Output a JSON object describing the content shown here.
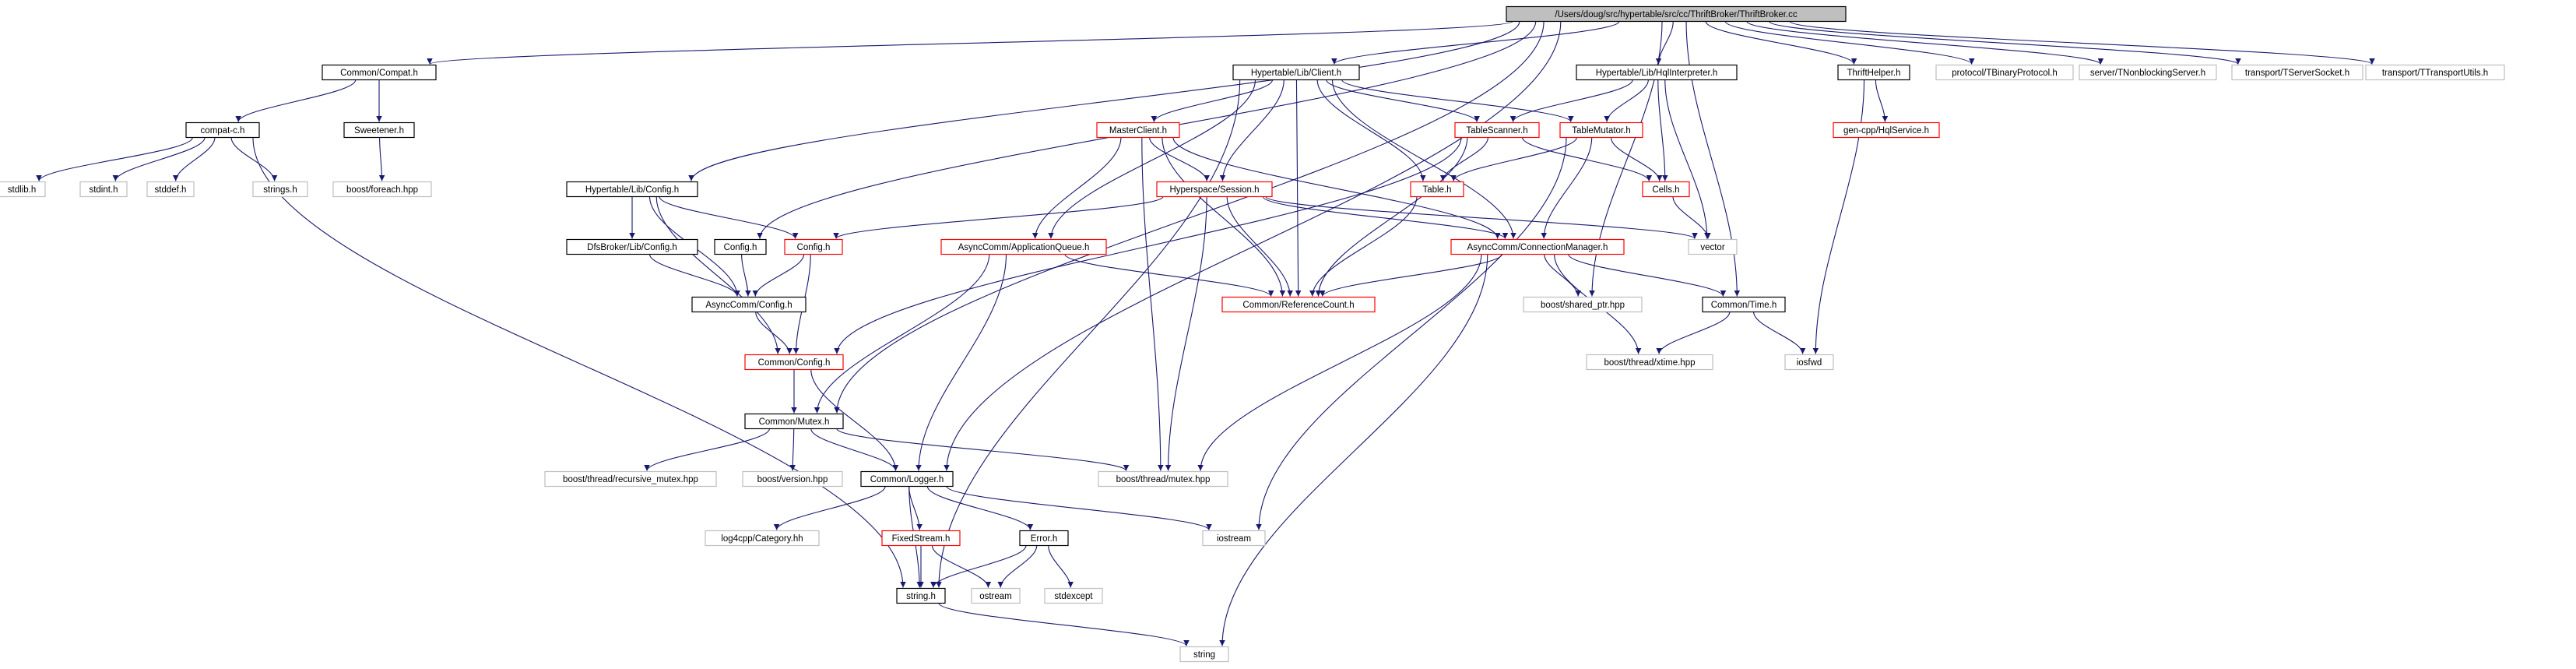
{
  "graph": {
    "style": {
      "edge_color": "#191970",
      "root_fill": "#bfbfbf",
      "border_documented": "#000000",
      "border_external": "#bfbfbf",
      "border_incomplete": "#ff0000"
    },
    "nodes": [
      {
        "id": "root",
        "label": "/Users/doug/src/hypertable/src/cc/ThriftBroker/ThriftBroker.cc",
        "kind": "root"
      },
      {
        "id": "compat",
        "label": "Common/Compat.h",
        "kind": "doc"
      },
      {
        "id": "compatc",
        "label": "compat-c.h",
        "kind": "doc"
      },
      {
        "id": "sweetener",
        "label": "Sweetener.h",
        "kind": "doc"
      },
      {
        "id": "stdlib",
        "label": "stdlib.h",
        "kind": "ext"
      },
      {
        "id": "stdint",
        "label": "stdint.h",
        "kind": "ext"
      },
      {
        "id": "stddef",
        "label": "stddef.h",
        "kind": "ext"
      },
      {
        "id": "strings",
        "label": "strings.h",
        "kind": "ext"
      },
      {
        "id": "foreach",
        "label": "boost/foreach.hpp",
        "kind": "ext"
      },
      {
        "id": "libconfig",
        "label": "Hypertable/Lib/Config.h",
        "kind": "doc"
      },
      {
        "id": "dfsconfig",
        "label": "DfsBroker/Lib/Config.h",
        "kind": "doc"
      },
      {
        "id": "config",
        "label": "Config.h",
        "kind": "doc"
      },
      {
        "id": "configred",
        "label": "Config.h",
        "kind": "red"
      },
      {
        "id": "acconfig",
        "label": "AsyncComm/Config.h",
        "kind": "doc"
      },
      {
        "id": "cconfig",
        "label": "Common/Config.h",
        "kind": "red"
      },
      {
        "id": "mutex",
        "label": "Common/Mutex.h",
        "kind": "doc"
      },
      {
        "id": "recmutex",
        "label": "boost/thread/recursive_mutex.hpp",
        "kind": "ext"
      },
      {
        "id": "version",
        "label": "boost/version.hpp",
        "kind": "ext"
      },
      {
        "id": "logger",
        "label": "Common/Logger.h",
        "kind": "doc"
      },
      {
        "id": "bmutex",
        "label": "boost/thread/mutex.hpp",
        "kind": "ext"
      },
      {
        "id": "log4",
        "label": "log4cpp/Category.hh",
        "kind": "ext"
      },
      {
        "id": "fixed",
        "label": "FixedStream.h",
        "kind": "red"
      },
      {
        "id": "error",
        "label": "Error.h",
        "kind": "doc"
      },
      {
        "id": "stringh",
        "label": "string.h",
        "kind": "doc"
      },
      {
        "id": "ostream",
        "label": "ostream",
        "kind": "ext"
      },
      {
        "id": "stdexcept",
        "label": "stdexcept",
        "kind": "ext"
      },
      {
        "id": "string",
        "label": "string",
        "kind": "ext"
      },
      {
        "id": "iostream",
        "label": "iostream",
        "kind": "ext"
      },
      {
        "id": "client",
        "label": "Hypertable/Lib/Client.h",
        "kind": "doc"
      },
      {
        "id": "master",
        "label": "MasterClient.h",
        "kind": "red"
      },
      {
        "id": "session",
        "label": "Hyperspace/Session.h",
        "kind": "red"
      },
      {
        "id": "appq",
        "label": "AsyncComm/ApplicationQueue.h",
        "kind": "red"
      },
      {
        "id": "refcount",
        "label": "Common/ReferenceCount.h",
        "kind": "red"
      },
      {
        "id": "scanner",
        "label": "TableScanner.h",
        "kind": "red"
      },
      {
        "id": "mutator",
        "label": "TableMutator.h",
        "kind": "red"
      },
      {
        "id": "table",
        "label": "Table.h",
        "kind": "red"
      },
      {
        "id": "cells",
        "label": "Cells.h",
        "kind": "red"
      },
      {
        "id": "vector",
        "label": "vector",
        "kind": "ext"
      },
      {
        "id": "connmgr",
        "label": "AsyncComm/ConnectionManager.h",
        "kind": "red"
      },
      {
        "id": "sharedptr",
        "label": "boost/shared_ptr.hpp",
        "kind": "ext"
      },
      {
        "id": "ctime",
        "label": "Common/Time.h",
        "kind": "doc"
      },
      {
        "id": "xtime",
        "label": "boost/thread/xtime.hpp",
        "kind": "ext"
      },
      {
        "id": "iosfwd",
        "label": "iosfwd",
        "kind": "ext"
      },
      {
        "id": "hql",
        "label": "Hypertable/Lib/HqlInterpreter.h",
        "kind": "doc"
      },
      {
        "id": "thelper",
        "label": "ThriftHelper.h",
        "kind": "doc"
      },
      {
        "id": "hqlservice",
        "label": "gen-cpp/HqlService.h",
        "kind": "red"
      },
      {
        "id": "tbinary",
        "label": "protocol/TBinaryProtocol.h",
        "kind": "ext"
      },
      {
        "id": "tnonblock",
        "label": "server/TNonblockingServer.h",
        "kind": "ext"
      },
      {
        "id": "tsocket",
        "label": "transport/TServerSocket.h",
        "kind": "ext"
      },
      {
        "id": "tutils",
        "label": "transport/TTransportUtils.h",
        "kind": "ext"
      }
    ],
    "edges": [
      [
        "root",
        "compat"
      ],
      [
        "root",
        "libconfig"
      ],
      [
        "root",
        "config"
      ],
      [
        "root",
        "mutex"
      ],
      [
        "root",
        "logger"
      ],
      [
        "root",
        "client"
      ],
      [
        "root",
        "hql"
      ],
      [
        "root",
        "sharedptr"
      ],
      [
        "root",
        "ctime"
      ],
      [
        "root",
        "thelper"
      ],
      [
        "root",
        "tbinary"
      ],
      [
        "root",
        "tnonblock"
      ],
      [
        "root",
        "tsocket"
      ],
      [
        "root",
        "tutils"
      ],
      [
        "compat",
        "compatc"
      ],
      [
        "compat",
        "sweetener"
      ],
      [
        "compatc",
        "stdlib"
      ],
      [
        "compatc",
        "stdint"
      ],
      [
        "compatc",
        "stddef"
      ],
      [
        "compatc",
        "strings"
      ],
      [
        "compatc",
        "stringh"
      ],
      [
        "sweetener",
        "foreach"
      ],
      [
        "libconfig",
        "dfsconfig"
      ],
      [
        "libconfig",
        "configred"
      ],
      [
        "libconfig",
        "acconfig"
      ],
      [
        "libconfig",
        "cconfig"
      ],
      [
        "dfsconfig",
        "acconfig"
      ],
      [
        "config",
        "acconfig"
      ],
      [
        "configred",
        "acconfig"
      ],
      [
        "configred",
        "cconfig"
      ],
      [
        "acconfig",
        "cconfig"
      ],
      [
        "cconfig",
        "mutex"
      ],
      [
        "cconfig",
        "logger"
      ],
      [
        "mutex",
        "recmutex"
      ],
      [
        "mutex",
        "version"
      ],
      [
        "mutex",
        "logger"
      ],
      [
        "mutex",
        "bmutex"
      ],
      [
        "logger",
        "log4"
      ],
      [
        "logger",
        "fixed"
      ],
      [
        "logger",
        "error"
      ],
      [
        "logger",
        "stringh"
      ],
      [
        "logger",
        "iostream"
      ],
      [
        "fixed",
        "stringh"
      ],
      [
        "fixed",
        "ostream"
      ],
      [
        "error",
        "stringh"
      ],
      [
        "error",
        "ostream"
      ],
      [
        "error",
        "stdexcept"
      ],
      [
        "stringh",
        "string"
      ],
      [
        "client",
        "master"
      ],
      [
        "client",
        "session"
      ],
      [
        "client",
        "appq"
      ],
      [
        "client",
        "refcount"
      ],
      [
        "client",
        "scanner"
      ],
      [
        "client",
        "mutator"
      ],
      [
        "client",
        "table"
      ],
      [
        "client",
        "connmgr"
      ],
      [
        "client",
        "stringh"
      ],
      [
        "master",
        "session"
      ],
      [
        "master",
        "appq"
      ],
      [
        "master",
        "refcount"
      ],
      [
        "master",
        "connmgr"
      ],
      [
        "master",
        "bmutex"
      ],
      [
        "session",
        "configred"
      ],
      [
        "session",
        "refcount"
      ],
      [
        "session",
        "connmgr"
      ],
      [
        "session",
        "bmutex"
      ],
      [
        "session",
        "vector"
      ],
      [
        "appq",
        "mutex"
      ],
      [
        "appq",
        "logger"
      ],
      [
        "appq",
        "refcount"
      ],
      [
        "scanner",
        "table"
      ],
      [
        "scanner",
        "cells"
      ],
      [
        "scanner",
        "refcount"
      ],
      [
        "scanner",
        "cconfig"
      ],
      [
        "mutator",
        "table"
      ],
      [
        "mutator",
        "cells"
      ],
      [
        "mutator",
        "connmgr"
      ],
      [
        "mutator",
        "iostream"
      ],
      [
        "table",
        "refcount"
      ],
      [
        "cells",
        "vector"
      ],
      [
        "connmgr",
        "refcount"
      ],
      [
        "connmgr",
        "sharedptr"
      ],
      [
        "connmgr",
        "ctime"
      ],
      [
        "connmgr",
        "xtime"
      ],
      [
        "connmgr",
        "bmutex"
      ],
      [
        "connmgr",
        "string"
      ],
      [
        "ctime",
        "xtime"
      ],
      [
        "ctime",
        "iosfwd"
      ],
      [
        "hql",
        "scanner"
      ],
      [
        "hql",
        "mutator"
      ],
      [
        "hql",
        "cells"
      ],
      [
        "hql",
        "vector"
      ],
      [
        "thelper",
        "hqlservice"
      ],
      [
        "thelper",
        "iosfwd"
      ]
    ]
  }
}
